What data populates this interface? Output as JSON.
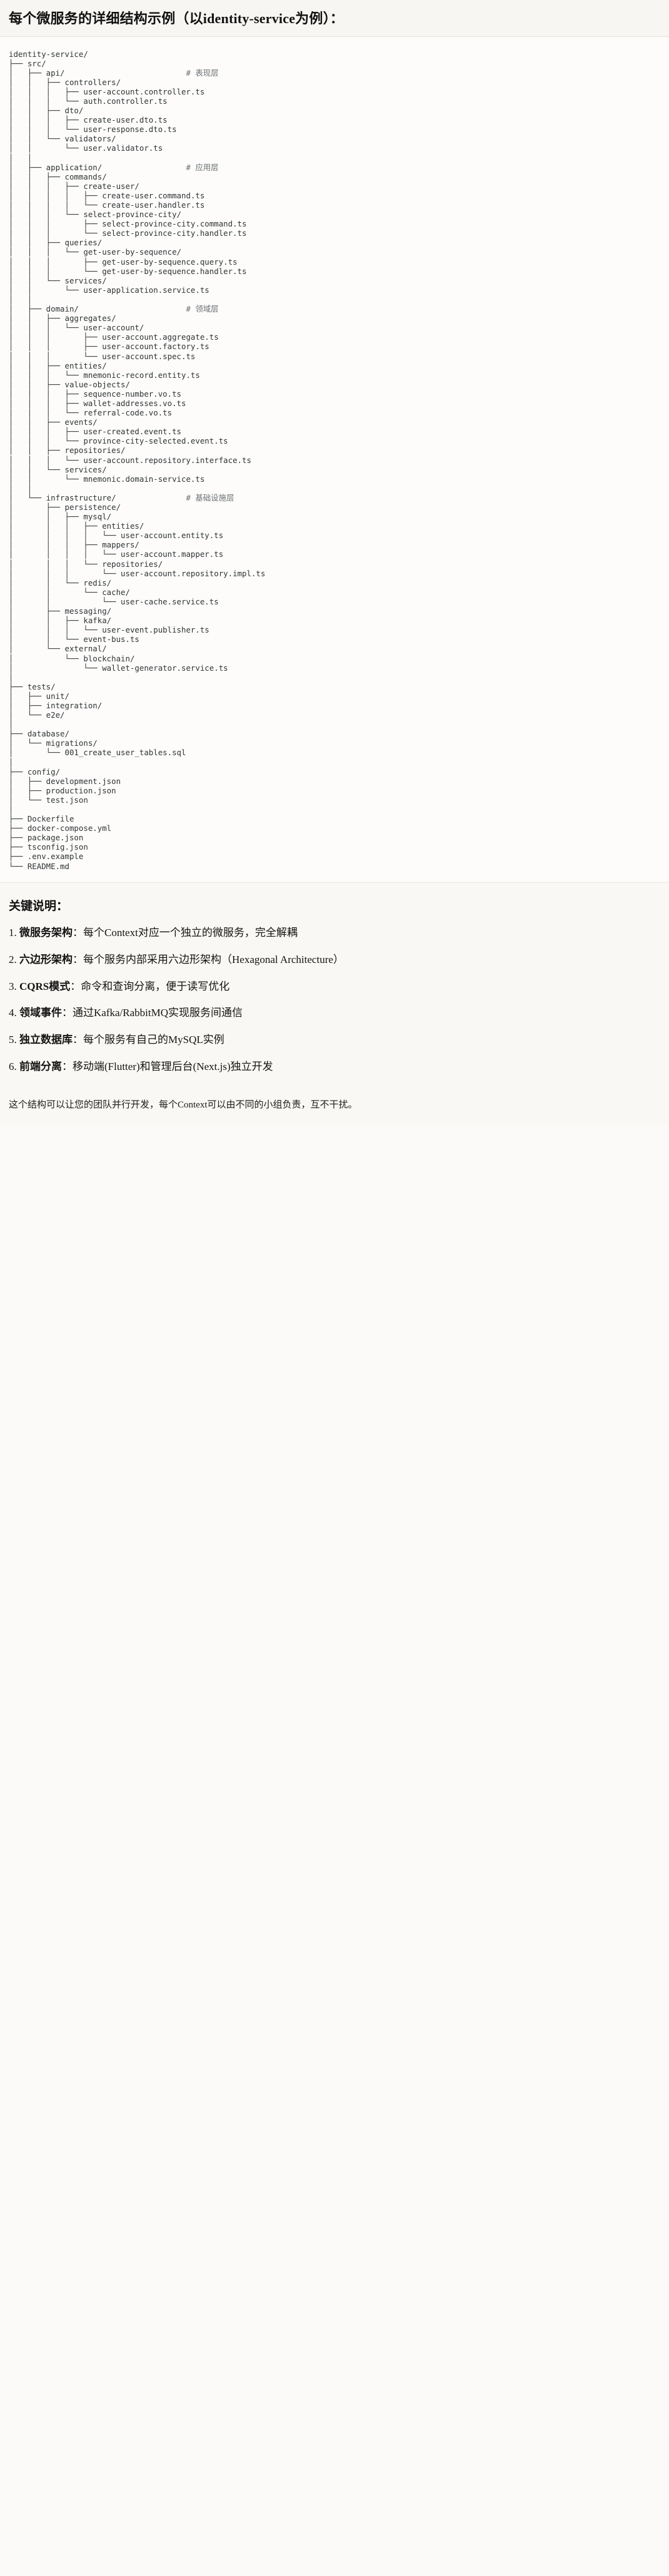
{
  "header": {
    "title": "每个微服务的详细结构示例（以identity-service为例）："
  },
  "tree": {
    "root": "identity-service/",
    "text": "identity-service/\n├── src/\n│   ├── api/                          # 表现层\n│   │   ├── controllers/\n│   │   │   ├── user-account.controller.ts\n│   │   │   └── auth.controller.ts\n│   │   ├── dto/\n│   │   │   ├── create-user.dto.ts\n│   │   │   └── user-response.dto.ts\n│   │   └── validators/\n│   │       └── user.validator.ts\n│   │\n│   ├── application/                  # 应用层\n│   │   ├── commands/\n│   │   │   ├── create-user/\n│   │   │   │   ├── create-user.command.ts\n│   │   │   │   └── create-user.handler.ts\n│   │   │   └── select-province-city/\n│   │   │       ├── select-province-city.command.ts\n│   │   │       └── select-province-city.handler.ts\n│   │   ├── queries/\n│   │   │   └── get-user-by-sequence/\n│   │   │       ├── get-user-by-sequence.query.ts\n│   │   │       └── get-user-by-sequence.handler.ts\n│   │   └── services/\n│   │       └── user-application.service.ts\n│   │\n│   ├── domain/                       # 领域层\n│   │   ├── aggregates/\n│   │   │   └── user-account/\n│   │   │       ├── user-account.aggregate.ts\n│   │   │       ├── user-account.factory.ts\n│   │   │       └── user-account.spec.ts\n│   │   ├── entities/\n│   │   │   └── mnemonic-record.entity.ts\n│   │   ├── value-objects/\n│   │   │   ├── sequence-number.vo.ts\n│   │   │   ├── wallet-addresses.vo.ts\n│   │   │   └── referral-code.vo.ts\n│   │   ├── events/\n│   │   │   ├── user-created.event.ts\n│   │   │   └── province-city-selected.event.ts\n│   │   ├── repositories/\n│   │   │   └── user-account.repository.interface.ts\n│   │   └── services/\n│   │       └── mnemonic.domain-service.ts\n│   │\n│   └── infrastructure/               # 基础设施层\n│       ├── persistence/\n│       │   ├── mysql/\n│       │   │   ├── entities/\n│       │   │   │   └── user-account.entity.ts\n│       │   │   ├── mappers/\n│       │   │   │   └── user-account.mapper.ts\n│       │   │   └── repositories/\n│       │   │       └── user-account.repository.impl.ts\n│       │   └── redis/\n│       │       └── cache/\n│       │           └── user-cache.service.ts\n│       ├── messaging/\n│       │   ├── kafka/\n│       │   │   └── user-event.publisher.ts\n│       │   └── event-bus.ts\n│       └── external/\n│           └── blockchain/\n│               └── wallet-generator.service.ts\n│\n├── tests/\n│   ├── unit/\n│   ├── integration/\n│   └── e2e/\n│\n├── database/\n│   └── migrations/\n│       └── 001_create_user_tables.sql\n│\n├── config/\n│   ├── development.json\n│   ├── production.json\n│   └── test.json\n│\n├── Dockerfile\n├── docker-compose.yml\n├── package.json\n├── tsconfig.json\n├── .env.example\n└── README.md",
    "comments": [
      {
        "layer": "表现层",
        "marker": "#"
      },
      {
        "layer": "应用层",
        "marker": "#"
      },
      {
        "layer": "领域层",
        "marker": "#"
      },
      {
        "layer": "基础设施层",
        "marker": "#"
      }
    ]
  },
  "keypoints": {
    "title": "关键说明：",
    "items": [
      {
        "term": "微服务架构",
        "sep": "：",
        "desc": "每个Context对应一个独立的微服务，完全解耦"
      },
      {
        "term": "六边形架构",
        "sep": "：",
        "desc": "每个服务内部采用六边形架构（Hexagonal Architecture）"
      },
      {
        "term": "CQRS模式",
        "sep": "：",
        "desc": "命令和查询分离，便于读写优化"
      },
      {
        "term": "领域事件",
        "sep": "：",
        "desc": "通过Kafka/RabbitMQ实现服务间通信"
      },
      {
        "term": "独立数据库",
        "sep": "：",
        "desc": "每个服务有自己的MySQL实例"
      },
      {
        "term": "前端分离",
        "sep": "：",
        "desc": "移动端(Flutter)和管理后台(Next.js)独立开发"
      }
    ]
  },
  "closing": {
    "text": "这个结构可以让您的团队并行开发，每个Context可以由不同的小组负责，互不干扰。"
  }
}
